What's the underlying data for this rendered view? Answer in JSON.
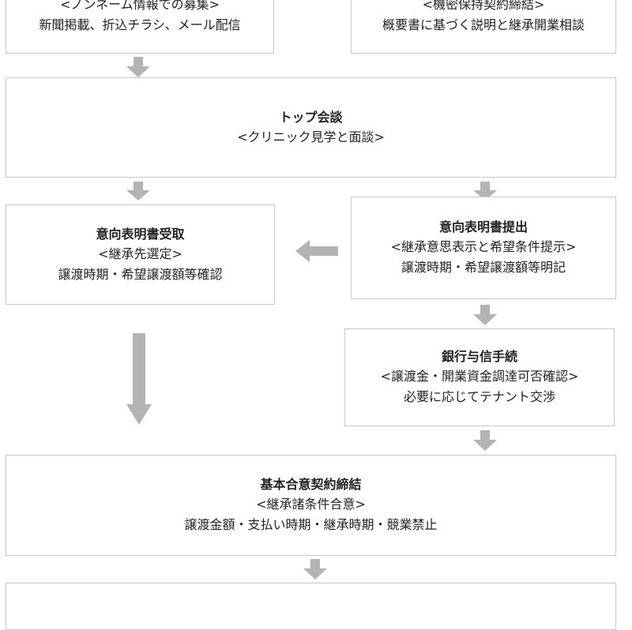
{
  "steps": {
    "top_left": {
      "subtitle": "<ノンネーム情報での募集>",
      "detail": "新聞掲載、折込チラシ、メール配信"
    },
    "top_right": {
      "subtitle": "<機密保持契約締結>",
      "detail": "概要書に基づく説明と継承開業相談"
    },
    "meeting": {
      "title": "トップ会談",
      "subtitle": "<クリニック見学と面談>"
    },
    "loi_receive": {
      "title": "意向表明書受取",
      "subtitle": "<継承先選定>",
      "detail": "譲渡時期・希望譲渡額等確認"
    },
    "loi_submit": {
      "title": "意向表明書提出",
      "subtitle": "<継承意思表示と希望条件提示>",
      "detail": "譲渡時期・希望譲渡額等明記"
    },
    "bank": {
      "title": "銀行与信手続",
      "subtitle": "<譲渡金・開業資金調達可否確認>",
      "detail": "必要に応じてテナント交渉"
    },
    "agreement": {
      "title": "基本合意契約締結",
      "subtitle": "<継承諸条件合意>",
      "detail": "譲渡金額・支払い時期・継承時期・競業禁止"
    }
  },
  "colors": {
    "arrow": "#b3b3b3",
    "border": "#c8c8c8"
  }
}
